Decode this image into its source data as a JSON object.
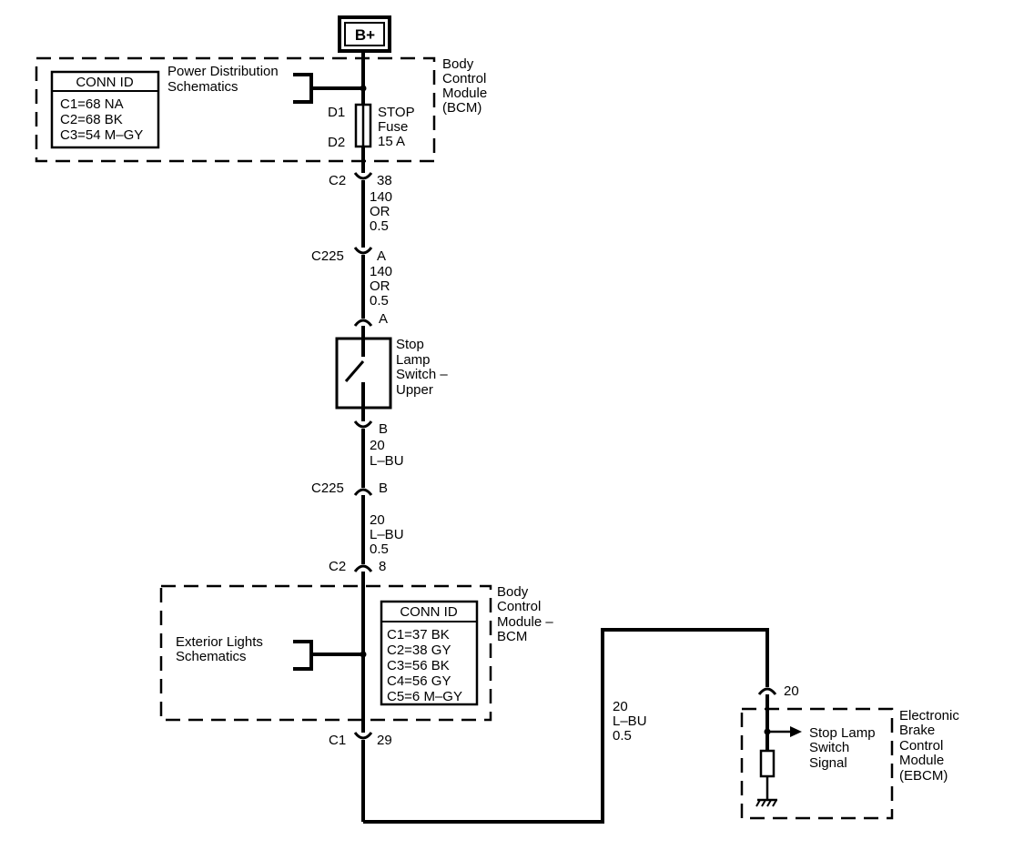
{
  "battery": {
    "label": "B+"
  },
  "bcm_upper": {
    "name_lines": [
      "Body",
      "Control",
      "Module",
      "(BCM)"
    ],
    "conn_id": {
      "title": "CONN ID",
      "rows": [
        "C1=68 NA",
        "C2=68 BK",
        "C3=54 M–GY"
      ]
    },
    "ref_lines": [
      "Power Distribution",
      "Schematics"
    ],
    "fuse": {
      "terminal_in": "D1",
      "terminal_out": "D2",
      "label_lines": [
        "STOP",
        "Fuse",
        "15 A"
      ]
    }
  },
  "connectors": {
    "c2_38": {
      "conn": "C2",
      "pin": "38"
    },
    "c225_a": {
      "conn": "C225",
      "pin": "A"
    },
    "switch_a": {
      "pin": "A"
    },
    "switch_b": {
      "pin": "B"
    },
    "c225_b": {
      "conn": "C225",
      "pin": "B"
    },
    "c2_8": {
      "conn": "C2",
      "pin": "8"
    },
    "c1_29": {
      "conn": "C1",
      "pin": "29"
    },
    "ebcm_20": {
      "pin": "20"
    }
  },
  "wires": {
    "w1": [
      "140",
      "OR",
      "0.5"
    ],
    "w2": [
      "140",
      "OR",
      "0.5"
    ],
    "w3": [
      "20",
      "L–BU"
    ],
    "w4": [
      "20",
      "L–BU",
      "0.5"
    ],
    "w5": [
      "20",
      "L–BU",
      "0.5"
    ]
  },
  "switch": {
    "label_lines": [
      "Stop",
      "Lamp",
      "Switch –",
      "Upper"
    ]
  },
  "bcm_lower": {
    "name_lines": [
      "Body",
      "Control",
      "Module –",
      "BCM"
    ],
    "conn_id": {
      "title": "CONN ID",
      "rows": [
        "C1=37 BK",
        "C2=38 GY",
        "C3=56 BK",
        "C4=56 GY",
        "C5=6 M–GY"
      ]
    },
    "ref_lines": [
      "Exterior Lights",
      "Schematics"
    ]
  },
  "ebcm": {
    "name_lines": [
      "Electronic",
      "Brake",
      "Control",
      "Module",
      "(EBCM)"
    ],
    "signal_lines": [
      "Stop Lamp",
      "Switch",
      "Signal"
    ]
  }
}
